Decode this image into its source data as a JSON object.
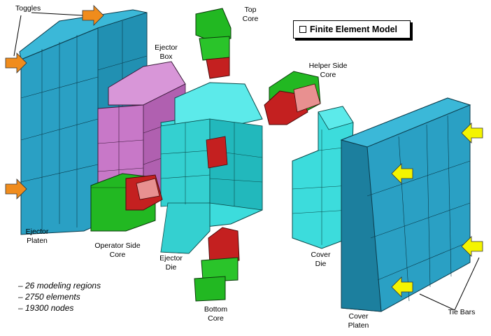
{
  "title": "Finite Element Model",
  "labels": {
    "toggles": "Toggles",
    "top_core": "Top\nCore",
    "ejector_box": "Ejector\nBox",
    "helper_side_core": "Helper Side\nCore",
    "ejector_platen": "Ejector\nPlaten",
    "operator_side_core": "Operator Side\nCore",
    "ejector_die": "Ejector\nDie",
    "cover_die": "Cover\nDie",
    "bottom_core": "Bottom\nCore",
    "cover_platen": "Cover\nPlaten",
    "tie_bars": "Tie Bars"
  },
  "stats": [
    "– 26 modeling regions",
    "– 2750 elements",
    "– 19300 nodes"
  ],
  "colors": {
    "platen": "#2aa0c4",
    "platen_top": "#3bb8d8",
    "platen_side": "#1c7f9e",
    "die": "#3cdcdc",
    "die_dark": "#22b8bc",
    "ejector_box": "#c878c8",
    "ejector_box_top": "#d896d8",
    "core_green": "#22b822",
    "core_green_top": "#44d844",
    "core_red": "#c42020",
    "core_pink": "#e89090",
    "arrow_orange": "#f08c1c",
    "arrow_yellow": "#f4f400"
  }
}
